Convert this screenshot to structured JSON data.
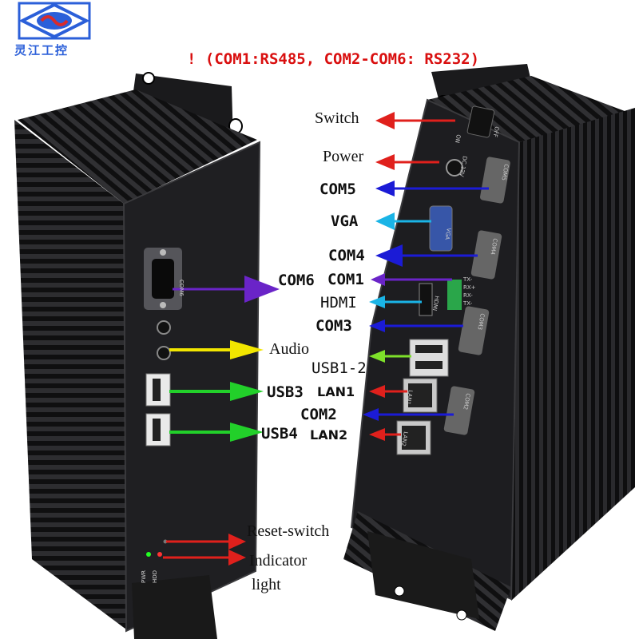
{
  "logo": {
    "text": "灵江工控",
    "color": "#2b5fd9",
    "accent": "#d92b2b"
  },
  "note": {
    "text": "! (COM1:RS485, COM2-COM6: RS232)",
    "color": "#d90f0f"
  },
  "labels": {
    "switch": "Switch",
    "power": "Power",
    "com5": "COM5",
    "vga": "VGA",
    "com4": "COM4",
    "com6": "COM6",
    "com1": "COM1",
    "hdmi": "HDMI",
    "com3": "COM3",
    "audio": "Audio",
    "usb12": "USB1-2",
    "usb3": "USB3",
    "lan1": "LAN1",
    "com2": "COM2",
    "usb4": "USB4",
    "lan2": "LAN2",
    "reset": "Reset-switch",
    "indicator_1": "Indicator",
    "indicator_2": "light"
  },
  "port_text": {
    "com6": "COM6",
    "dc": "DC 12V",
    "com5": "COM5",
    "vga": "VGA",
    "com4": "COM4",
    "hdmi": "HDMI",
    "com3": "COM3",
    "lan1": "LAN1",
    "com2": "COM2",
    "lan2": "LAN2",
    "pwr": "PWR",
    "hdd": "HDD",
    "on": "ON",
    "off": "OFF",
    "tx": "TX-",
    "rxp": "RX+",
    "rxm": "RX-",
    "txm": "TX-"
  },
  "arrow_colors": {
    "red": "#e0201c",
    "blue": "#1b1bd6",
    "cyan": "#1ab4e6",
    "yellow": "#f2e600",
    "green": "#22d02a",
    "purple": "#6a24c8",
    "lightgreen": "#7ee02a"
  },
  "device_colors": {
    "body": "#2a2a2c",
    "fin": "#121213",
    "panel": "#1d1d1f"
  }
}
